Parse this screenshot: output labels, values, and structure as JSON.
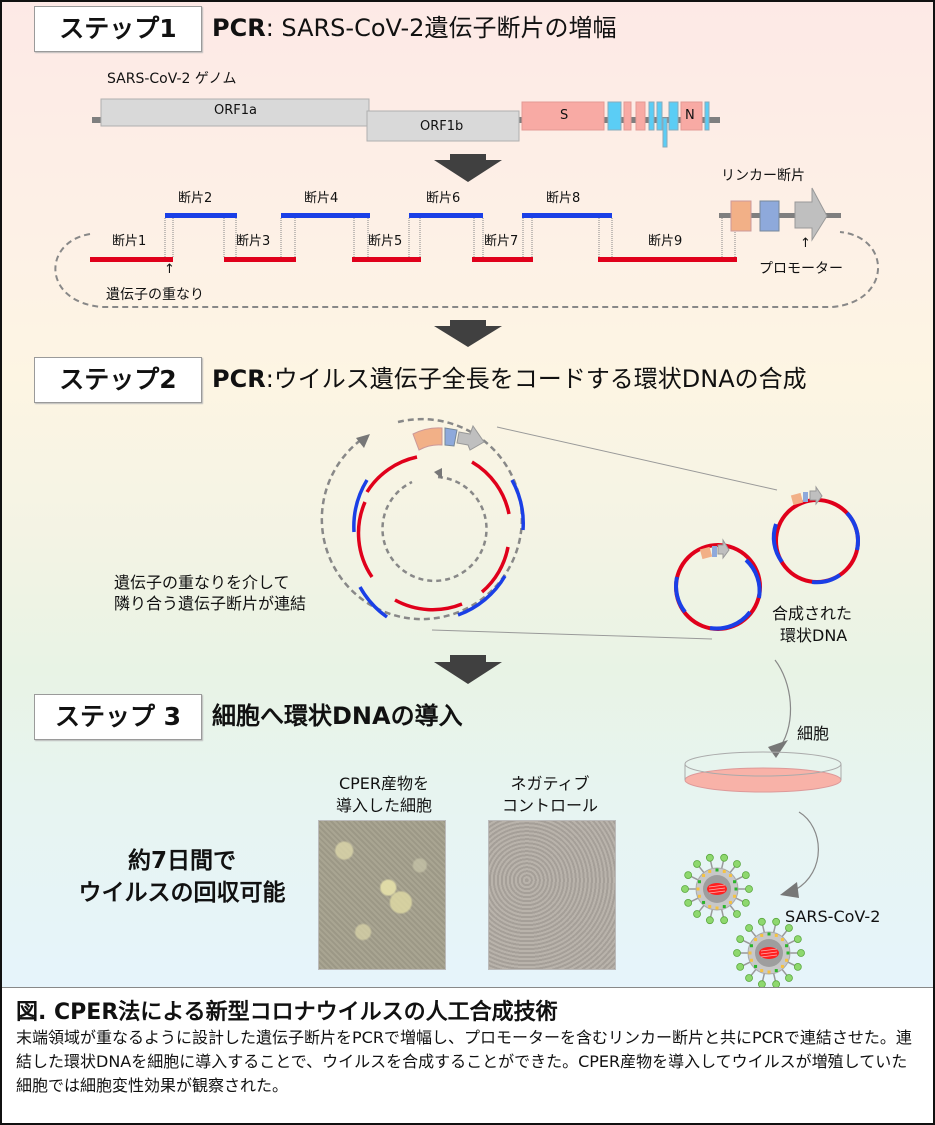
{
  "step1": {
    "label": "ステップ1",
    "title_bold": "PCR",
    "title_rest": ": SARS-CoV-2遺伝子断片の増幅",
    "genome_label": "SARS-CoV-2 ゲノム",
    "genes": {
      "orf1a": "ORF1a",
      "orf1b": "ORF1b",
      "s": "S",
      "n": "N"
    },
    "fragments": [
      "断片1",
      "断片2",
      "断片3",
      "断片4",
      "断片5",
      "断片6",
      "断片7",
      "断片8",
      "断片9"
    ],
    "linker_label": "リンカー断片",
    "promoter_label": "プロモーター",
    "overlap_label": "遺伝子の重なり",
    "arrow_up": "↑"
  },
  "step2": {
    "label": "ステップ2",
    "title_bold": "PCR",
    "title_rest": ":ウイルス遺伝子全長をコードする環状DNAの合成",
    "ligation_note_line1": "遺伝子の重なりを介して",
    "ligation_note_line2": "隣り合う遺伝子断片が連結",
    "circular_label_line1": "合成された",
    "circular_label_line2": "環状DNA"
  },
  "step3": {
    "label": "ステップ 3",
    "title": "細胞へ環状DNAの導入",
    "cell_label": "細胞",
    "result_line1": "約7日間で",
    "result_line2": "ウイルスの回収可能",
    "photo1_line1": "CPER産物を",
    "photo1_line2": "導入した細胞",
    "photo2_line1": "ネガティブ",
    "photo2_line2": "コントロール",
    "virus_label": "SARS-CoV-2"
  },
  "caption": {
    "title": "図. CPER法による新型コロナウイルスの人工合成技術",
    "body": "末端領域が重なるように設計した遺伝子断片をPCRで増幅し、プロモーターを含むリンカー断片と共にPCRで連結させた。連結した環状DNAを細胞に導入することで、ウイルスを合成することができた。CPER産物を導入してウイルスが増殖していた細胞では細胞変性効果が観察された。"
  },
  "colors": {
    "fragment_red": "#e0001b",
    "fragment_blue": "#1a3fe6",
    "orf_gray": "#d9d9d9",
    "s_pink": "#f8aaa4",
    "accessory_cyan": "#5bcdf5",
    "linker_orange": "#f2b087",
    "linker_blue": "#8ea9db",
    "promoter_gray": "#bfbfbf",
    "big_arrow": "#404040"
  }
}
